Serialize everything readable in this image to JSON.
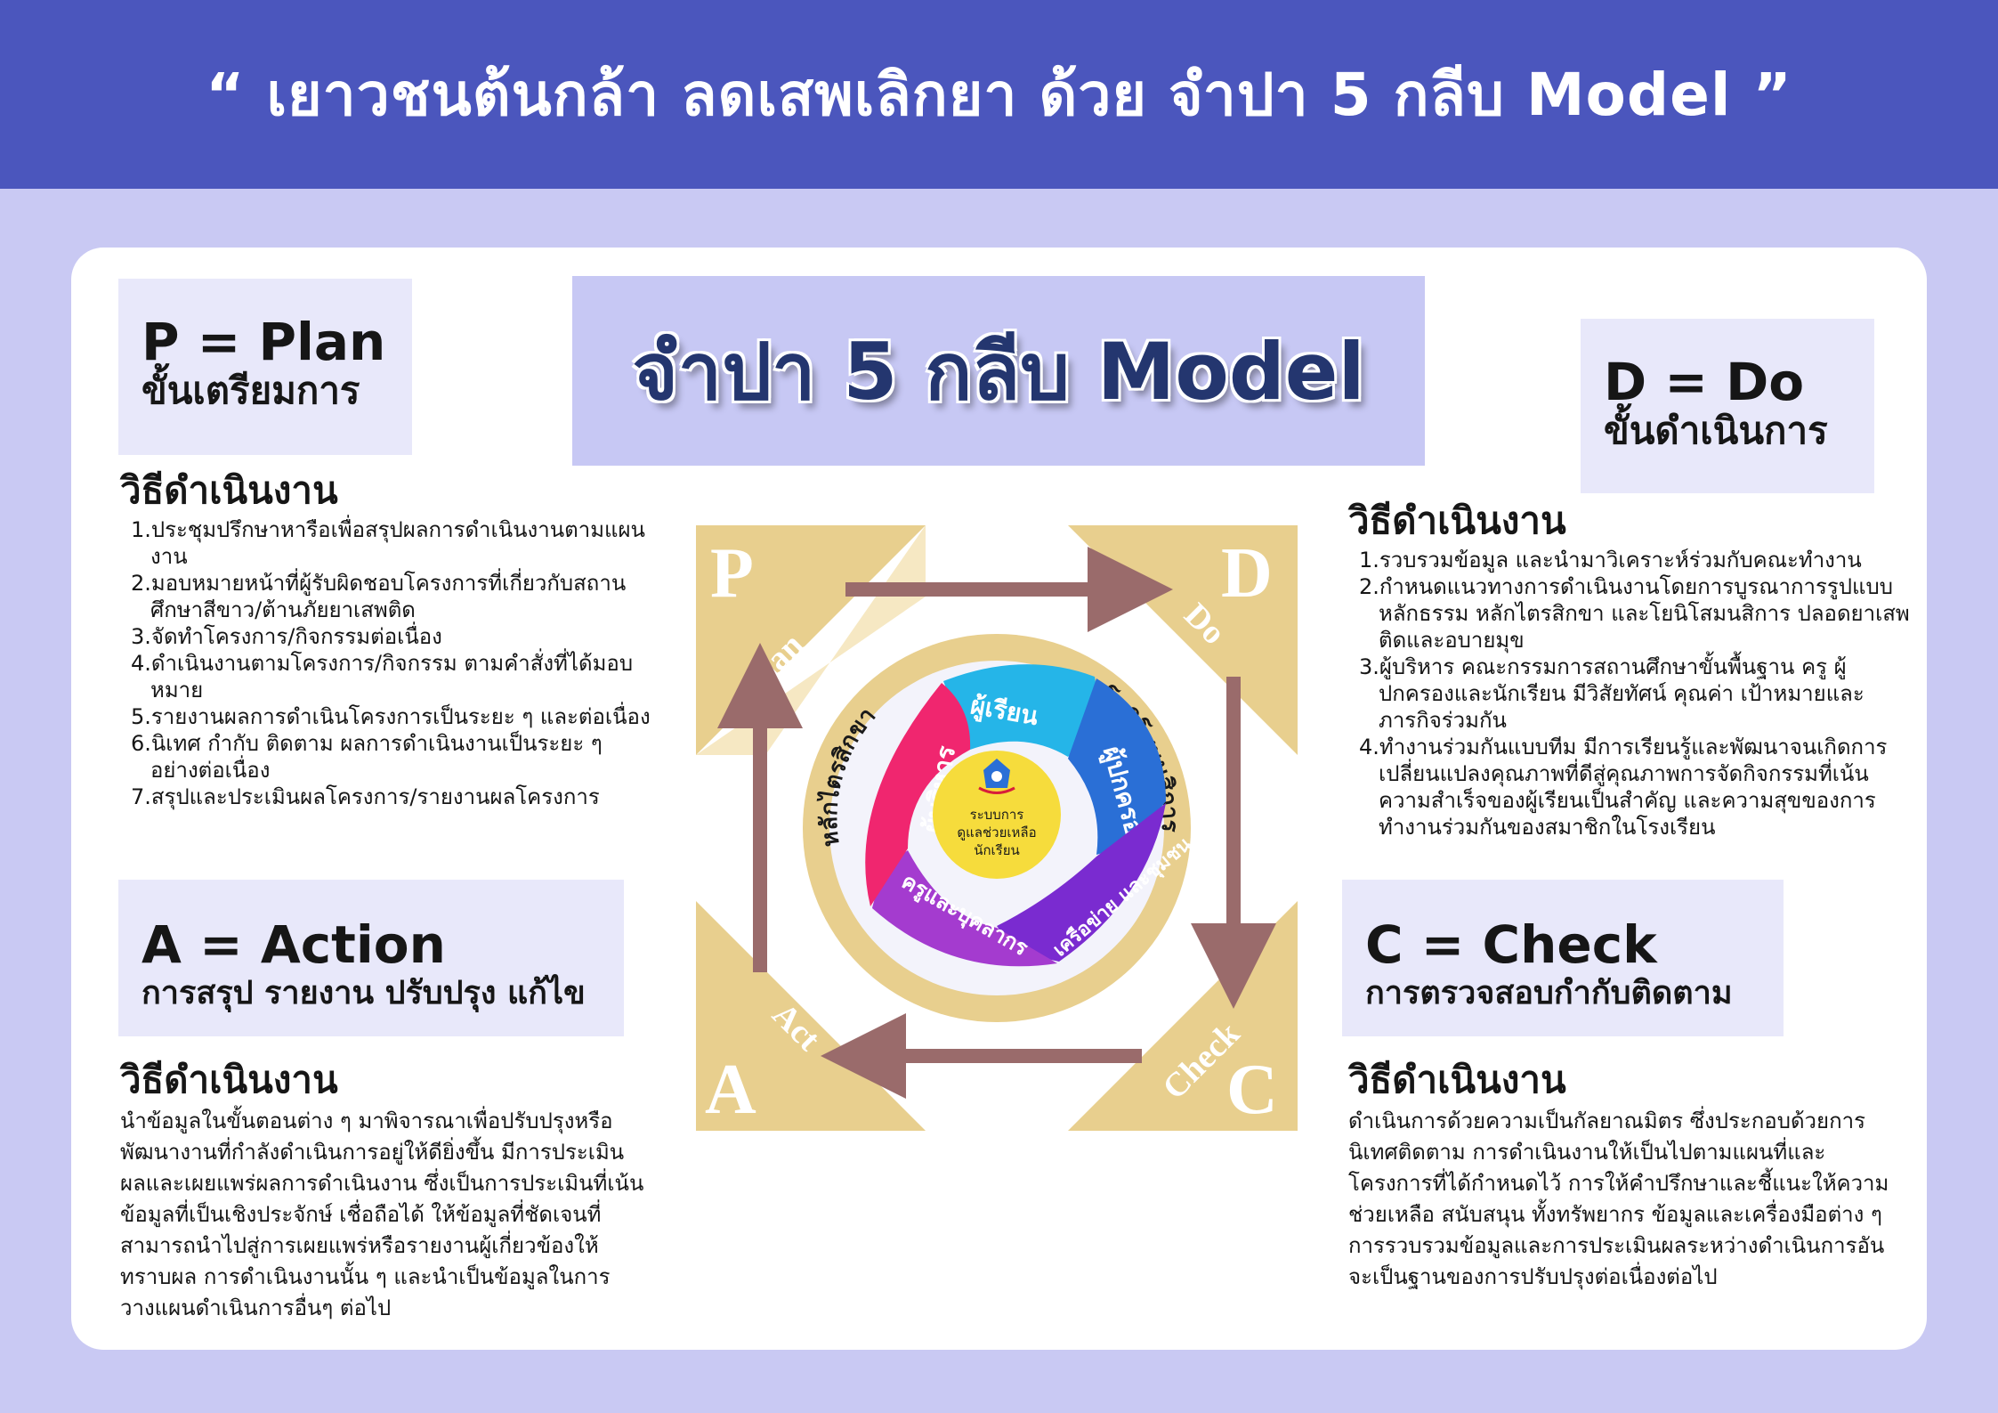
{
  "header": {
    "title": "“ เยาวชนต้นกล้า ลดเสพเลิกยา ด้วย จำปา 5 กลีบ Model ”"
  },
  "center_title": "จำปา 5 กลีบ Model",
  "plan": {
    "code": "P = Plan",
    "subtitle": "ขั้นเตรียมการ",
    "method_title": "วิธีดำเนินงาน",
    "items": [
      "1.ประชุมปรึกษาหารือเพื่อสรุปผลการดำเนินงานตามแผนงาน",
      "2.มอบหมายหน้าที่ผู้รับผิดชอบโครงการที่เกี่ยวกับสถานศึกษาสีขาว/ต้านภัยยาเสพติด",
      "3.จัดทำโครงการ/กิจกรรมต่อเนื่อง",
      "4.ดำเนินงานตามโครงการ/กิจกรรม ตามคำสั่งที่ได้มอบหมาย",
      "5.รายงานผลการดำเนินโครงการเป็นระยะ ๆ และต่อเนื่อง",
      "6.นิเทศ กำกับ ติดตาม ผลการดำเนินงานเป็นระยะ ๆ อย่างต่อเนื่อง",
      "7.สรุปและประเมินผลโครงการ/รายงานผลโครงการ"
    ]
  },
  "do": {
    "code": "D = Do",
    "subtitle": "ขั้นดำเนินการ",
    "method_title": "วิธีดำเนินงาน",
    "items": [
      "1.รวบรวมข้อมูล และนำมาวิเคราะห์ร่วมกับคณะทำงาน",
      "2.กำหนดแนวทางการดำเนินงานโดยการบูรณาการรูปแบบหลักธรรม หลักไตรสิกขา และโยนิโสมนสิการ ปลอดยาเสพติดและอบายมุข",
      "3.ผู้บริหาร คณะกรรมการสถานศึกษาขั้นพื้นฐาน ครู ผู้ปกครองและนักเรียน มีวิสัยทัศน์ คุณค่า เป้าหมายและภารกิจร่วมกัน",
      "4.ทำงานร่วมกันแบบทีม มีการเรียนรู้และพัฒนาจนเกิดการเปลี่ยนแปลงคุณภาพที่ดีสู่คุณภาพการจัดกิจกรรมที่เน้นความสำเร็จของผู้เรียนเป็นสำคัญ และความสุขของการทำงานร่วมกันของสมาชิกในโรงเรียน"
    ]
  },
  "action": {
    "code": "A = Action",
    "subtitle": "การสรุป รายงาน ปรับปรุง แก้ไข",
    "method_title": "วิธีดำเนินงาน",
    "text": "นำข้อมูลในขั้นตอนต่าง ๆ มาพิจารณาเพื่อปรับปรุงหรือพัฒนางานที่กำลังดำเนินการอยู่ให้ดียิ่งขึ้น มีการประเมินผลและเผยแพร่ผลการดำเนินงาน ซึ่งเป็นการประเมินที่เน้น ข้อมูลที่เป็นเชิงประจักษ์ เชื่อถือได้ ให้ข้อมูลที่ชัดเจนที่สามารถนำไปสู่การเผยแพร่หรือรายงานผู้เกี่ยวข้องให้ทราบผล การดำเนินงานนั้น ๆ และนำเป็นข้อมูลในการวางแผนดำเนินการอื่นๆ ต่อไป"
  },
  "check": {
    "code": "C = Check",
    "subtitle": "การตรวจสอบกำกับติดตาม",
    "method_title": "วิธีดำเนินงาน",
    "text": "ดำเนินการด้วยความเป็นกัลยาณมิตร ซึ่งประกอบด้วยการนิเทศติดตาม การดำเนินงานให้เป็นไปตามแผนที่และโครงการที่ได้กำหนดไว้ การให้คำปรึกษาและชี้แนะให้ความช่วยเหลือ สนับสนุน ทั้งทรัพยากร ข้อมูลและเครื่องมือต่าง ๆ การรวบรวมข้อมูลและการประเมินผลระหว่างดำเนินการอันจะเป็นฐานของการปรับปรุงต่อเนื่องต่อไป"
  },
  "diagram": {
    "corners": {
      "p": {
        "letter": "P",
        "word": "Plan"
      },
      "d": {
        "letter": "D",
        "word": "Do"
      },
      "c": {
        "letter": "C",
        "word": "Check"
      },
      "a": {
        "letter": "A",
        "word": "Act"
      }
    },
    "ring_left": "หลักไตรสิกขา",
    "ring_right": "โยนิโสมนสิการ",
    "petals": [
      "ผู้เรียน",
      "ผู้ปกครอง",
      "เครือข่าย และชุมชน",
      "ครูและบุคลากร",
      "ผู้บริหาร"
    ],
    "center_line1": "ระบบการ",
    "center_line2": "ดูแลช่วยเหลือ",
    "center_line3": "นักเรียน",
    "colors": {
      "header": "#4b56bd",
      "corner": "#e8cf8e",
      "arrow": "#9a6b6b",
      "ring": "#e8cf8e",
      "petal1": "#25b5e8",
      "petal2": "#2a6fd6",
      "petal3": "#7a2bd0",
      "petal4": "#a43bcf",
      "petal5": "#f0266f",
      "center": "#f6dc3c"
    }
  }
}
